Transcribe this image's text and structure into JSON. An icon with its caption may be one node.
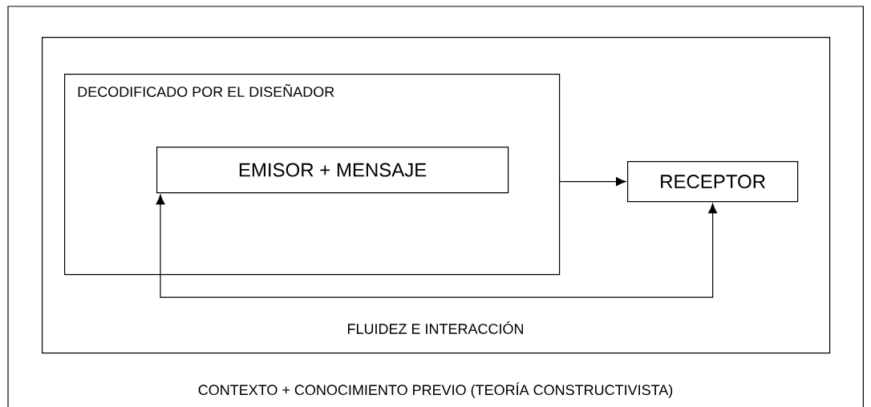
{
  "diagram": {
    "nodes": [
      {
        "text": [
          "CONTEXTO  + CONOCIMIENTO  PREVIO (TEORÍA  CONSTRUCTIVISTA)"
        ]
      },
      {
        "text": [
          "FLUIDEZ E INTERACCIÓN"
        ],
        "in": 0
      },
      {
        "text": [
          "DECODIFICADO POR EL DISEÑADOR"
        ],
        "in": 1
      },
      {
        "text": [
          "EMISOR + MENSAJE"
        ],
        "in": 2
      },
      {
        "text": [
          "RECEPTOR"
        ],
        "in": 1
      }
    ],
    "edges": [
      {
        "from": 2,
        "to": 4,
        "arrow": "to"
      },
      {
        "from": 3,
        "to": 4,
        "arrow": "both"
      }
    ]
  }
}
